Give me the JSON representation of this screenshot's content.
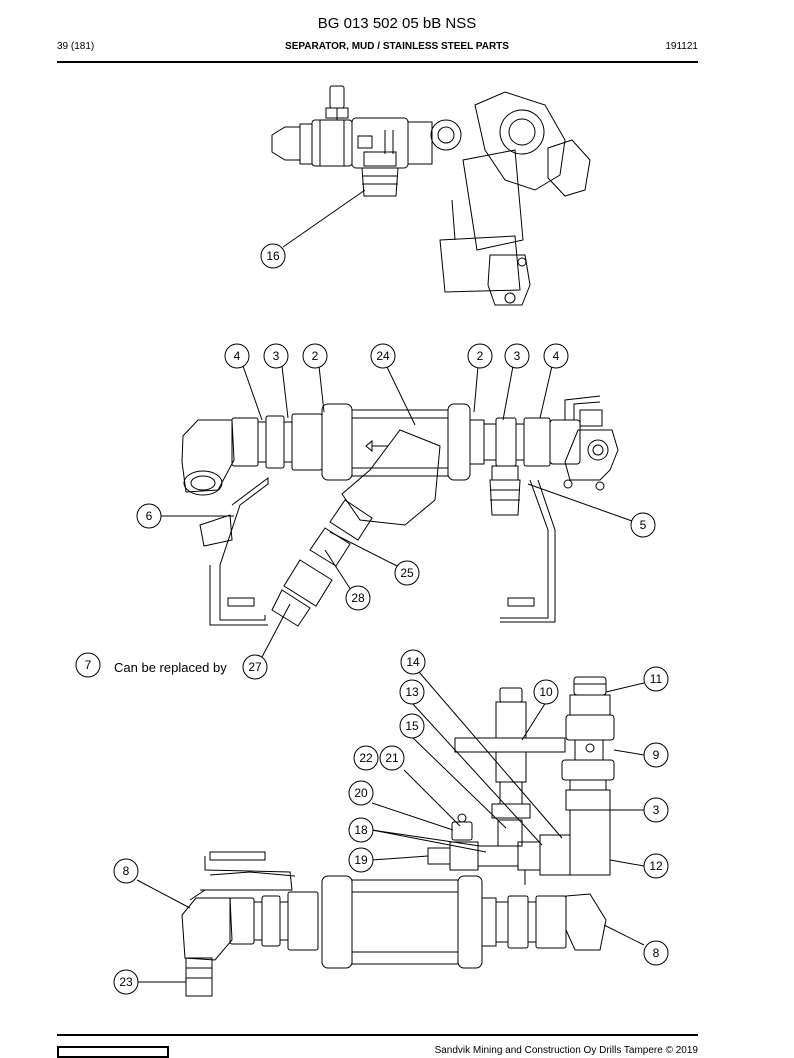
{
  "header": {
    "title": "BG 013 502 05 bB NSS",
    "page": "39 (181)",
    "section": "SEPARATOR, MUD / STAINLESS STEEL PARTS",
    "code": "191121"
  },
  "replacement_note": "Can be replaced by",
  "footer": {
    "copyright": "Sandvik Mining and Construction Oy Drills Tampere © 2019"
  },
  "callouts": [
    {
      "id": "c16",
      "label": "16"
    },
    {
      "id": "c4a",
      "label": "4"
    },
    {
      "id": "c3a",
      "label": "3"
    },
    {
      "id": "c2a",
      "label": "2"
    },
    {
      "id": "c24",
      "label": "24"
    },
    {
      "id": "c2b",
      "label": "2"
    },
    {
      "id": "c3b",
      "label": "3"
    },
    {
      "id": "c4b",
      "label": "4"
    },
    {
      "id": "c6",
      "label": "6"
    },
    {
      "id": "c5",
      "label": "5"
    },
    {
      "id": "c25",
      "label": "25"
    },
    {
      "id": "c28",
      "label": "28"
    },
    {
      "id": "c7",
      "label": "7"
    },
    {
      "id": "c27",
      "label": "27"
    },
    {
      "id": "c14",
      "label": "14"
    },
    {
      "id": "c11",
      "label": "11"
    },
    {
      "id": "c13",
      "label": "13"
    },
    {
      "id": "c10",
      "label": "10"
    },
    {
      "id": "c15",
      "label": "15"
    },
    {
      "id": "c22",
      "label": "22"
    },
    {
      "id": "c21",
      "label": "21"
    },
    {
      "id": "c9",
      "label": "9"
    },
    {
      "id": "c20",
      "label": "20"
    },
    {
      "id": "c3c",
      "label": "3"
    },
    {
      "id": "c18",
      "label": "18"
    },
    {
      "id": "c19",
      "label": "19"
    },
    {
      "id": "c12",
      "label": "12"
    },
    {
      "id": "c8a",
      "label": "8"
    },
    {
      "id": "c8b",
      "label": "8"
    },
    {
      "id": "c23",
      "label": "23"
    }
  ]
}
